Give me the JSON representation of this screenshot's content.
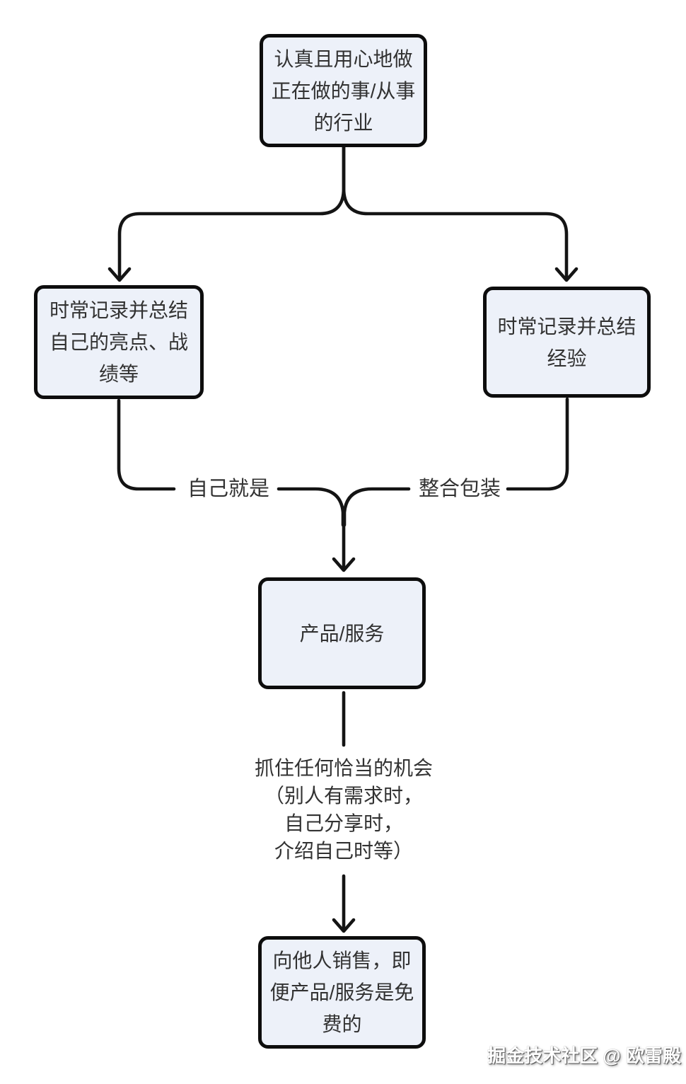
{
  "nodes": {
    "top": "认真且用心地做正在做的事/从事的行业",
    "record_self": "时常记录并总结自己的亮点、战绩等",
    "record_experience": "时常记录并总结经验",
    "product": "产品/服务",
    "sell": "向他人销售，即便产品/服务是免费的"
  },
  "edge_labels": {
    "self_is": "自己就是",
    "package": "整合包装"
  },
  "annotation_lines": [
    "抓住任何恰当的机会",
    "（别人有需求时，",
    "自己分享时，",
    "介绍自己时等）"
  ],
  "watermark": "掘金技术社区 @ 欧雷殿",
  "colors": {
    "background": "#ffffff",
    "node_fill": "#edf1f9",
    "node_border": "#0d0d0d",
    "connector": "#141414",
    "text": "#323232",
    "watermark_text": "#ffffff"
  }
}
